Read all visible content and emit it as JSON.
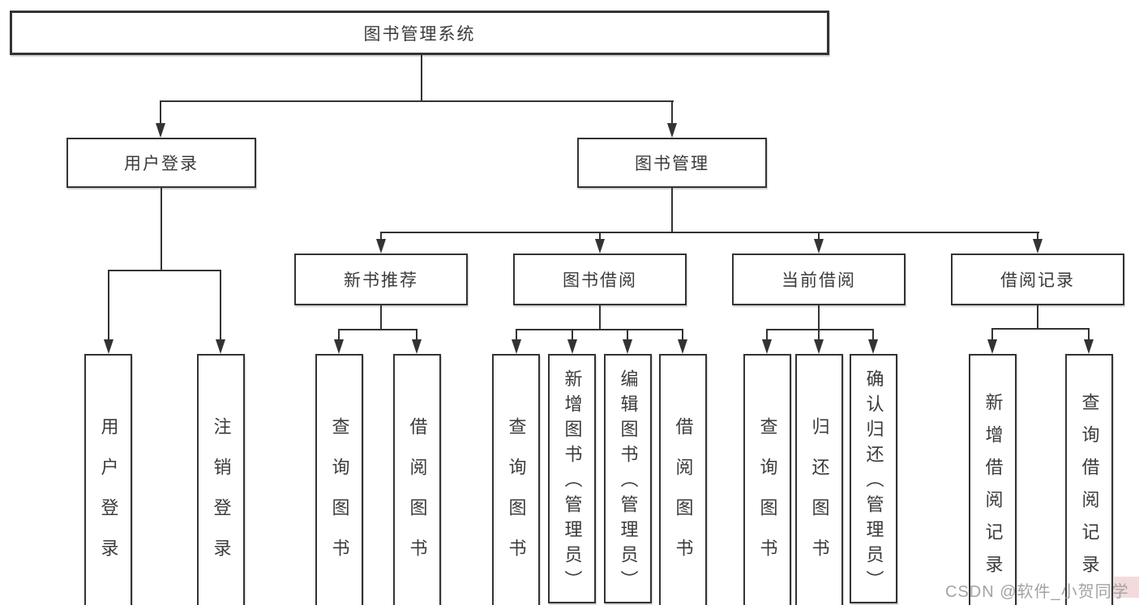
{
  "diagram": {
    "root": "图书管理系统",
    "branches": [
      {
        "label": "用户登录",
        "leaves": [
          "用户登录",
          "注销登录"
        ]
      },
      {
        "label": "图书管理",
        "sections": [
          {
            "label": "新书推荐",
            "leaves": [
              "查询图书",
              "借阅图书"
            ]
          },
          {
            "label": "图书借阅",
            "leaves": [
              "查询图书",
              "新增图书（管理员）",
              "编辑图书（管理员）",
              "借阅图书"
            ]
          },
          {
            "label": "当前借阅",
            "leaves": [
              "查询图书",
              "归还图书",
              "确认归还（管理员）"
            ]
          },
          {
            "label": "借阅记录",
            "leaves": [
              "新增借阅记录",
              "查询借阅记录"
            ]
          }
        ]
      }
    ]
  },
  "watermark": {
    "text": "CSDN @软件_小贺同学"
  },
  "colors": {
    "line": "#333333",
    "text": "#3b3b3b",
    "background": "#ffffff",
    "watermark_text": "#a3a3a3",
    "watermark_bg": "#f3dbdb"
  }
}
